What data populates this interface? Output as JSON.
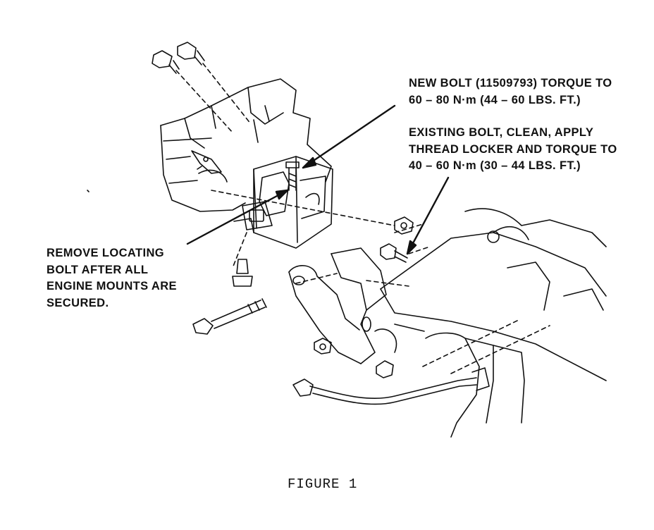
{
  "callouts": {
    "new_bolt": {
      "line1": "NEW BOLT (11509793) TORQUE TO",
      "line2": "60 – 80 N·m (44 – 60 LBS. FT.)"
    },
    "existing_bolt": {
      "line1": "EXISTING BOLT, CLEAN, APPLY",
      "line2": "THREAD LOCKER AND TORQUE TO",
      "line3": "40 – 60 N·m (30 – 44 LBS. FT.)"
    },
    "remove_bolt": {
      "line1": "REMOVE LOCATING",
      "line2": "BOLT AFTER ALL",
      "line3": "ENGINE MOUNTS ARE",
      "line4": "SECURED."
    }
  },
  "caption": "FIGURE 1",
  "colors": {
    "ink": "#111111",
    "paper": "#ffffff"
  }
}
